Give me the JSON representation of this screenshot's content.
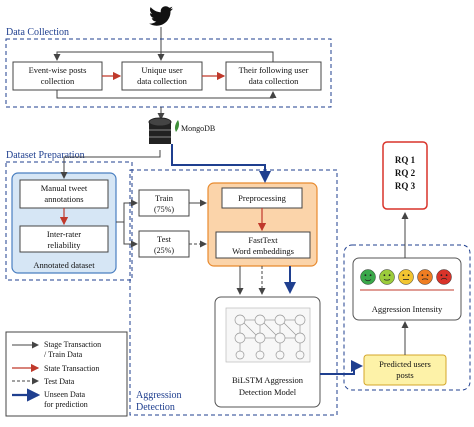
{
  "sections": {
    "data_collection": "Data Collection",
    "dataset_preparation": "Dataset Preparation",
    "aggression_detection_line1": "Aggression",
    "aggression_detection_line2": "Detection"
  },
  "data_collection": {
    "event_posts": [
      "Event-wise posts",
      "collection"
    ],
    "unique_user": [
      "Unique user",
      "data collection"
    ],
    "following_user": [
      "Their following user",
      "data collection"
    ]
  },
  "database_label": "MongoDB",
  "dataset_prep": {
    "manual": [
      "Manual tweet",
      "annotations"
    ],
    "inter_rater": [
      "Inter-rater",
      "reliability"
    ],
    "annotated": "Annotated dataset"
  },
  "split": {
    "train": [
      "Train",
      "(75%)"
    ],
    "test": [
      "Test",
      "(25%)"
    ]
  },
  "processing": {
    "preprocessing": "Preprocessing",
    "fasttext": [
      "FastText",
      "Word embeddings"
    ]
  },
  "model_label": [
    "BiLSTM Aggression",
    "Detection Model"
  ],
  "predicted": [
    "Predicted users",
    "posts"
  ],
  "intensity": {
    "label": "Aggression Intensity",
    "emoji_colors": [
      "#3aa84a",
      "#9ccc3c",
      "#f2c531",
      "#ef7d22",
      "#d9332a"
    ]
  },
  "rq": [
    "RQ 1",
    "RQ 2",
    "RQ 3"
  ],
  "legend": [
    {
      "label": [
        "Stage Transaction",
        "/ Train Data"
      ],
      "color": "#444444",
      "style": "solid"
    },
    {
      "label": [
        "State Transaction"
      ],
      "color": "#c0392b",
      "style": "solid"
    },
    {
      "label": [
        "Test Data"
      ],
      "color": "#444444",
      "style": "dashed"
    },
    {
      "label": [
        "Unseen Data",
        "for prediction"
      ],
      "color": "#1f3f8f",
      "style": "thick"
    }
  ]
}
